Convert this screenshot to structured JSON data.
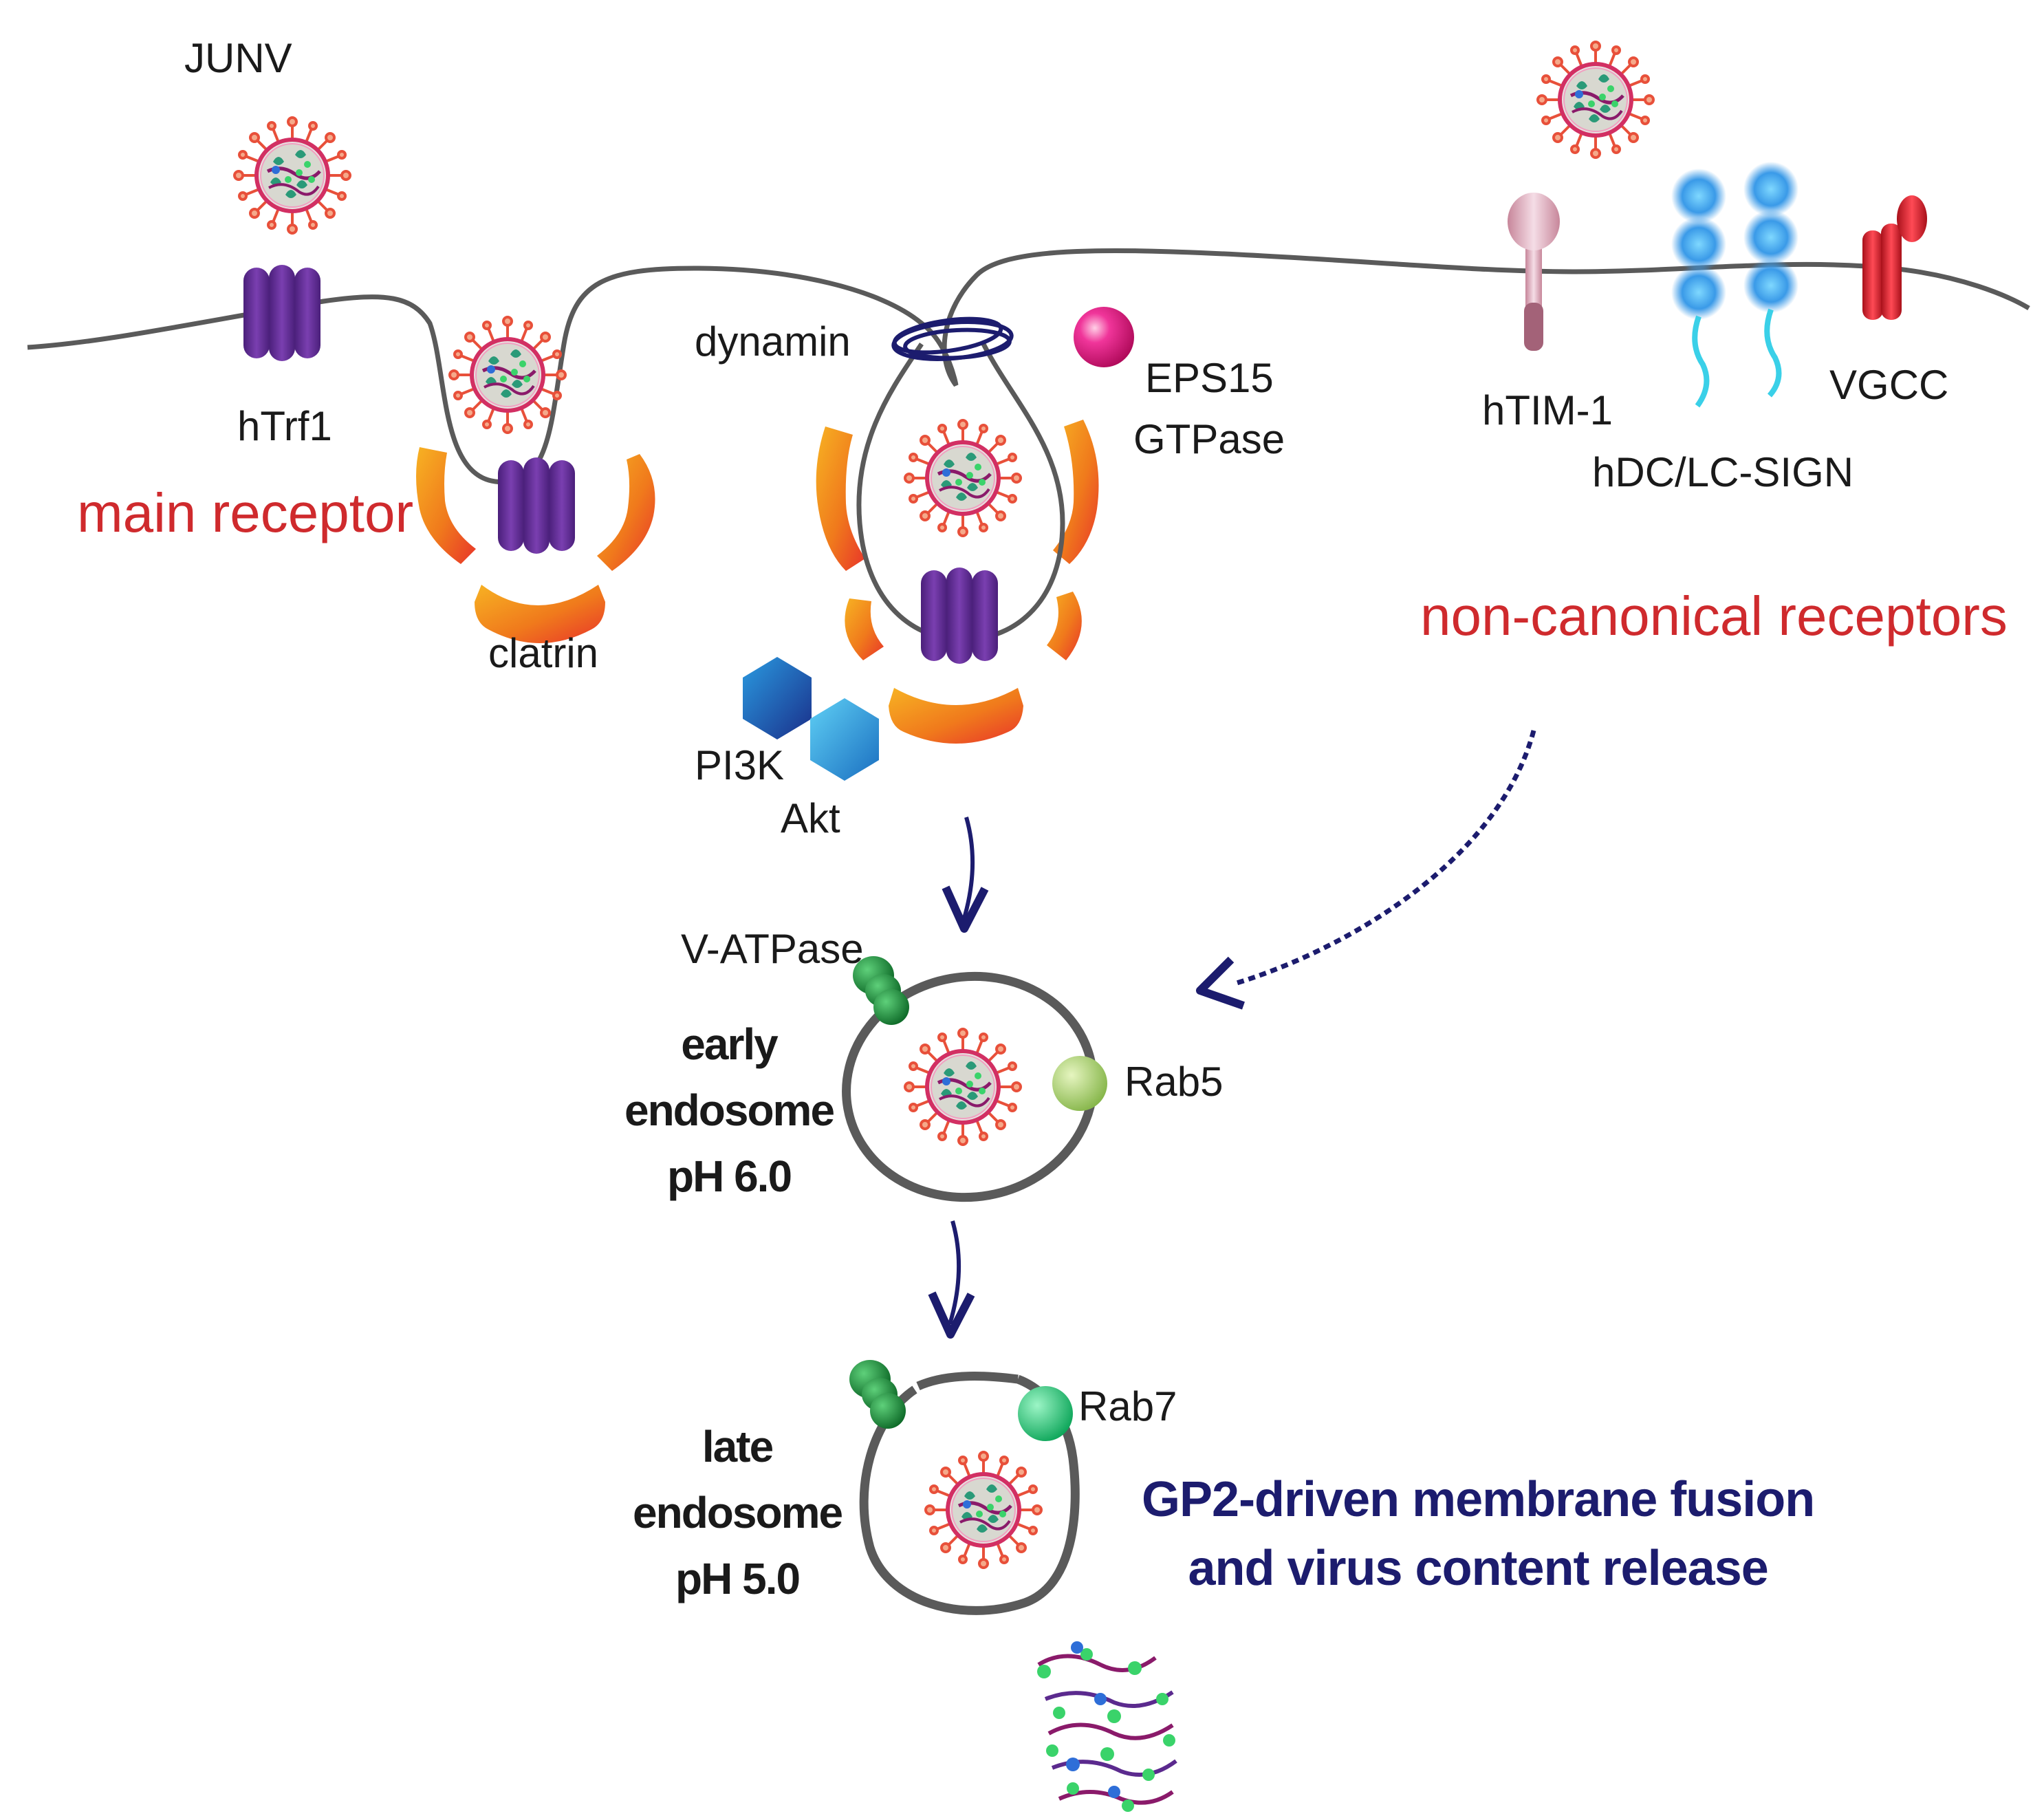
{
  "labels": {
    "junv": "JUNV",
    "htrf1": "hTrf1",
    "main_receptor": "main receptor",
    "clatrin": "clatrin",
    "dynamin": "dynamin",
    "eps15": "EPS15",
    "gtpase": "GTPase",
    "pi3k": "PI3K",
    "akt": "Akt",
    "htim1": "hTIM-1",
    "hdc_lc_sign": "hDC/LC-SIGN",
    "vgcc": "VGCC",
    "non_canonical": "non-canonical receptors",
    "v_atpase": "V-ATPase",
    "rab5": "Rab5",
    "rab7": "Rab7",
    "early_endosome": [
      "early",
      "endosome",
      "pH 6.0"
    ],
    "late_endosome": [
      "late",
      "endosome",
      "pH 5.0"
    ],
    "gp2": [
      "GP2-driven membrane fusion",
      "and virus content release"
    ]
  },
  "colors": {
    "membrane": "#5a5a5a",
    "receptor_purple": "#5b2a8e",
    "clathrin_orange": "#f07a1c",
    "dynamin_navy": "#1c1c6e",
    "eps15_pink": "#e0157a",
    "label_red": "#cf2a2d",
    "pi3k_blue": "#1f5fb5",
    "akt_cyan": "#2aa8e0",
    "v_atpase_green": "#1e8a3a",
    "rab5_lime": "#a8d46a",
    "rab7_green": "#1fc77a",
    "arrow_navy": "#1c1c6e",
    "htim1_pink": "#e8b8c8",
    "dc_sign_blue": "#3a9ae8",
    "vgcc_red": "#d81e2a",
    "virus_red": "#e8503a"
  }
}
